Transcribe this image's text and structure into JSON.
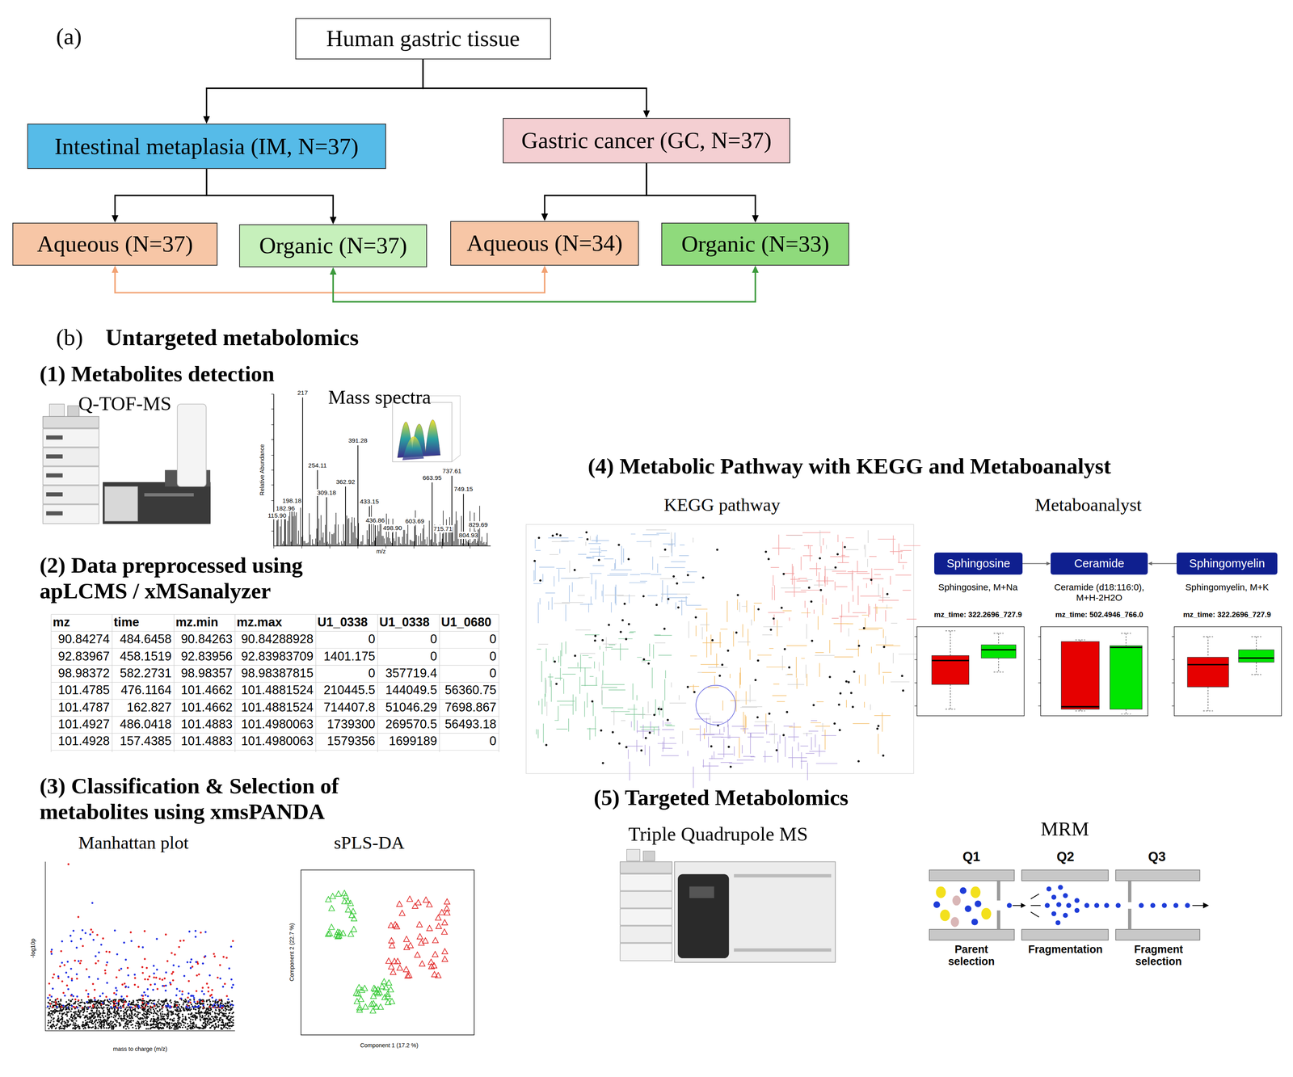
{
  "diagram": {
    "nodes": [
      {
        "text": [
          "Human gastric tissue"
        ]
      },
      {
        "text": [
          "Intestinal metaplasia (IM, N=37)"
        ]
      },
      {
        "text": [
          "Gastric cancer (GC, N=37)"
        ]
      },
      {
        "text": [
          "Aqueous (N=37)"
        ]
      },
      {
        "text": [
          "Organic (N=37)"
        ]
      },
      {
        "text": [
          "Aqueous (N=34)"
        ]
      },
      {
        "text": [
          "Organic (N=33)"
        ]
      },
      {
        "text": [
          "Sphingosine"
        ]
      },
      {
        "text": [
          "Ceramide"
        ]
      },
      {
        "text": [
          "Sphingomyelin"
        ]
      }
    ],
    "edges": [
      {
        "from": 0,
        "to": 1,
        "arrow": "to"
      },
      {
        "from": 0,
        "to": 2,
        "arrow": "to"
      },
      {
        "from": 1,
        "to": 3,
        "arrow": "to"
      },
      {
        "from": 1,
        "to": 4,
        "arrow": "to"
      },
      {
        "from": 2,
        "to": 5,
        "arrow": "to"
      },
      {
        "from": 2,
        "to": 6,
        "arrow": "to"
      },
      {
        "from": 3,
        "to": 5,
        "arrow": "both"
      },
      {
        "from": 4,
        "to": 6,
        "arrow": "both"
      },
      {
        "from": 7,
        "to": 8,
        "arrow": "to"
      },
      {
        "from": 9,
        "to": 8,
        "arrow": "to"
      }
    ],
    "labels": [
      "(a)",
      "(b)",
      "Untargeted metabolomics",
      "(1) Metabolites detection",
      "Q-TOF-MS",
      "Mass spectra",
      "Relative Abundance",
      "m/z",
      "217",
      "391.28",
      "254.11",
      "362.92",
      "309.18",
      "198.18",
      "182.96",
      "115.90",
      "433.15",
      "436.86",
      "498.90",
      "603.69",
      "663.95",
      "737.61",
      "749.15",
      "715.71",
      "829.69",
      "804.93",
      "(2) Data preprocessed using apLCMS / xMSanalyzer",
      "mz",
      "time",
      "mz.min",
      "mz.max",
      "U1_0338",
      "U1_0338",
      "U1_0680",
      "90.84274",
      "484.6458",
      "90.84263",
      "90.84288928",
      "0",
      "0",
      "0",
      "92.83967",
      "458.1519",
      "92.83956",
      "92.83983709",
      "1401.175",
      "0",
      "0",
      "98.98372",
      "582.2731",
      "98.98357",
      "98.98387815",
      "0",
      "357719.4",
      "0",
      "101.4785",
      "476.1164",
      "101.4662",
      "101.4881524",
      "210445.5",
      "144049.5",
      "56360.75",
      "101.4787",
      "162.827",
      "101.4662",
      "101.4881524",
      "714407.8",
      "51046.29",
      "7698.867",
      "101.4927",
      "486.0418",
      "101.4883",
      "101.4980063",
      "1739300",
      "269570.5",
      "56493.18",
      "101.4928",
      "157.4385",
      "101.4883",
      "101.4980063",
      "1579356",
      "1699189",
      "0",
      "(3) Classification & Selection of metabolites using xmsPANDA",
      "Manhattan plot",
      "sPLS-DA",
      "-log10p",
      "mass to charge (m/z)",
      "Component 1 (17.2 %)",
      "Component 2 (22.7 %)",
      "(4) Metabolic Pathway with KEGG and Metaboanalyst",
      "KEGG pathway",
      "Metaboanalyst",
      "Sphingosine, M+Na",
      "Ceramide (d18:116:0), M+H-2H2O",
      "Sphingomyelin, M+K",
      "mz_time: 322.2696_727.9",
      "mz_time: 502.4946_766.0",
      "mz_time: 322.2696_727.9",
      "(5) Targeted Metabolomics",
      "Triple Quadrupole MS",
      "MRM",
      "Q1",
      "Q2",
      "Q3",
      "Parent selection",
      "Fragmentation",
      "Fragment selection"
    ]
  }
}
